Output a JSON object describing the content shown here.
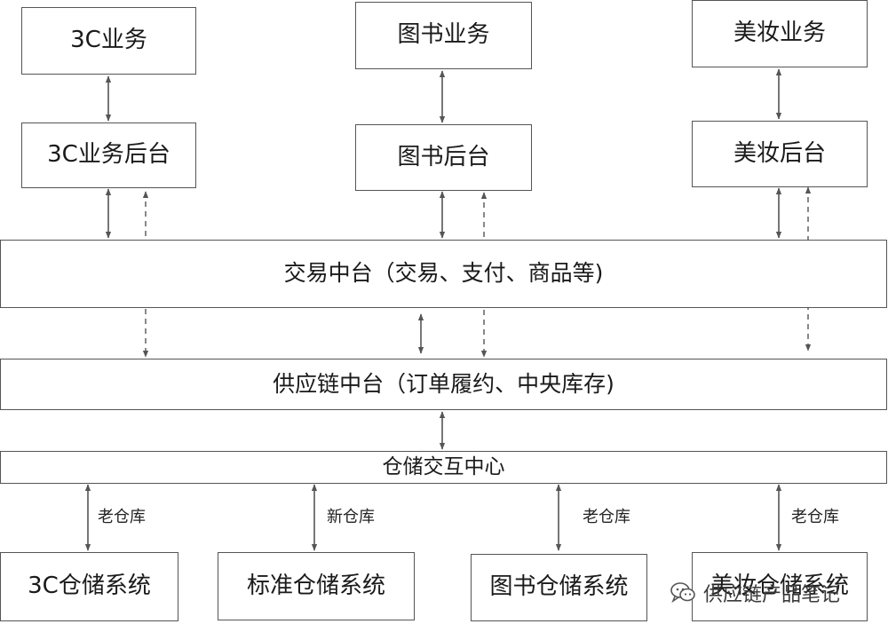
{
  "business": {
    "b3c": "3C业务",
    "books": "图书业务",
    "beauty": "美妆业务"
  },
  "backend": {
    "b3c": "3C业务后台",
    "books": "图书后台",
    "beauty": "美妆后台"
  },
  "trade_platform": "交易中台（交易、支付、商品等)",
  "supply_chain_platform": "供应链中台（订单履约、中央库存)",
  "warehouse_hub": "仓储交互中心",
  "link_labels": {
    "w1": "老仓库",
    "w2": "新仓库",
    "w3": "老仓库",
    "w4": "老仓库"
  },
  "warehouses": {
    "w1": "3C仓储系统",
    "w2": "标准仓储系统",
    "w3": "图书仓储系统",
    "w4": "美妆仓储系统"
  },
  "watermark": {
    "icon": "wechat-icon",
    "text": "供应链产品笔记"
  }
}
